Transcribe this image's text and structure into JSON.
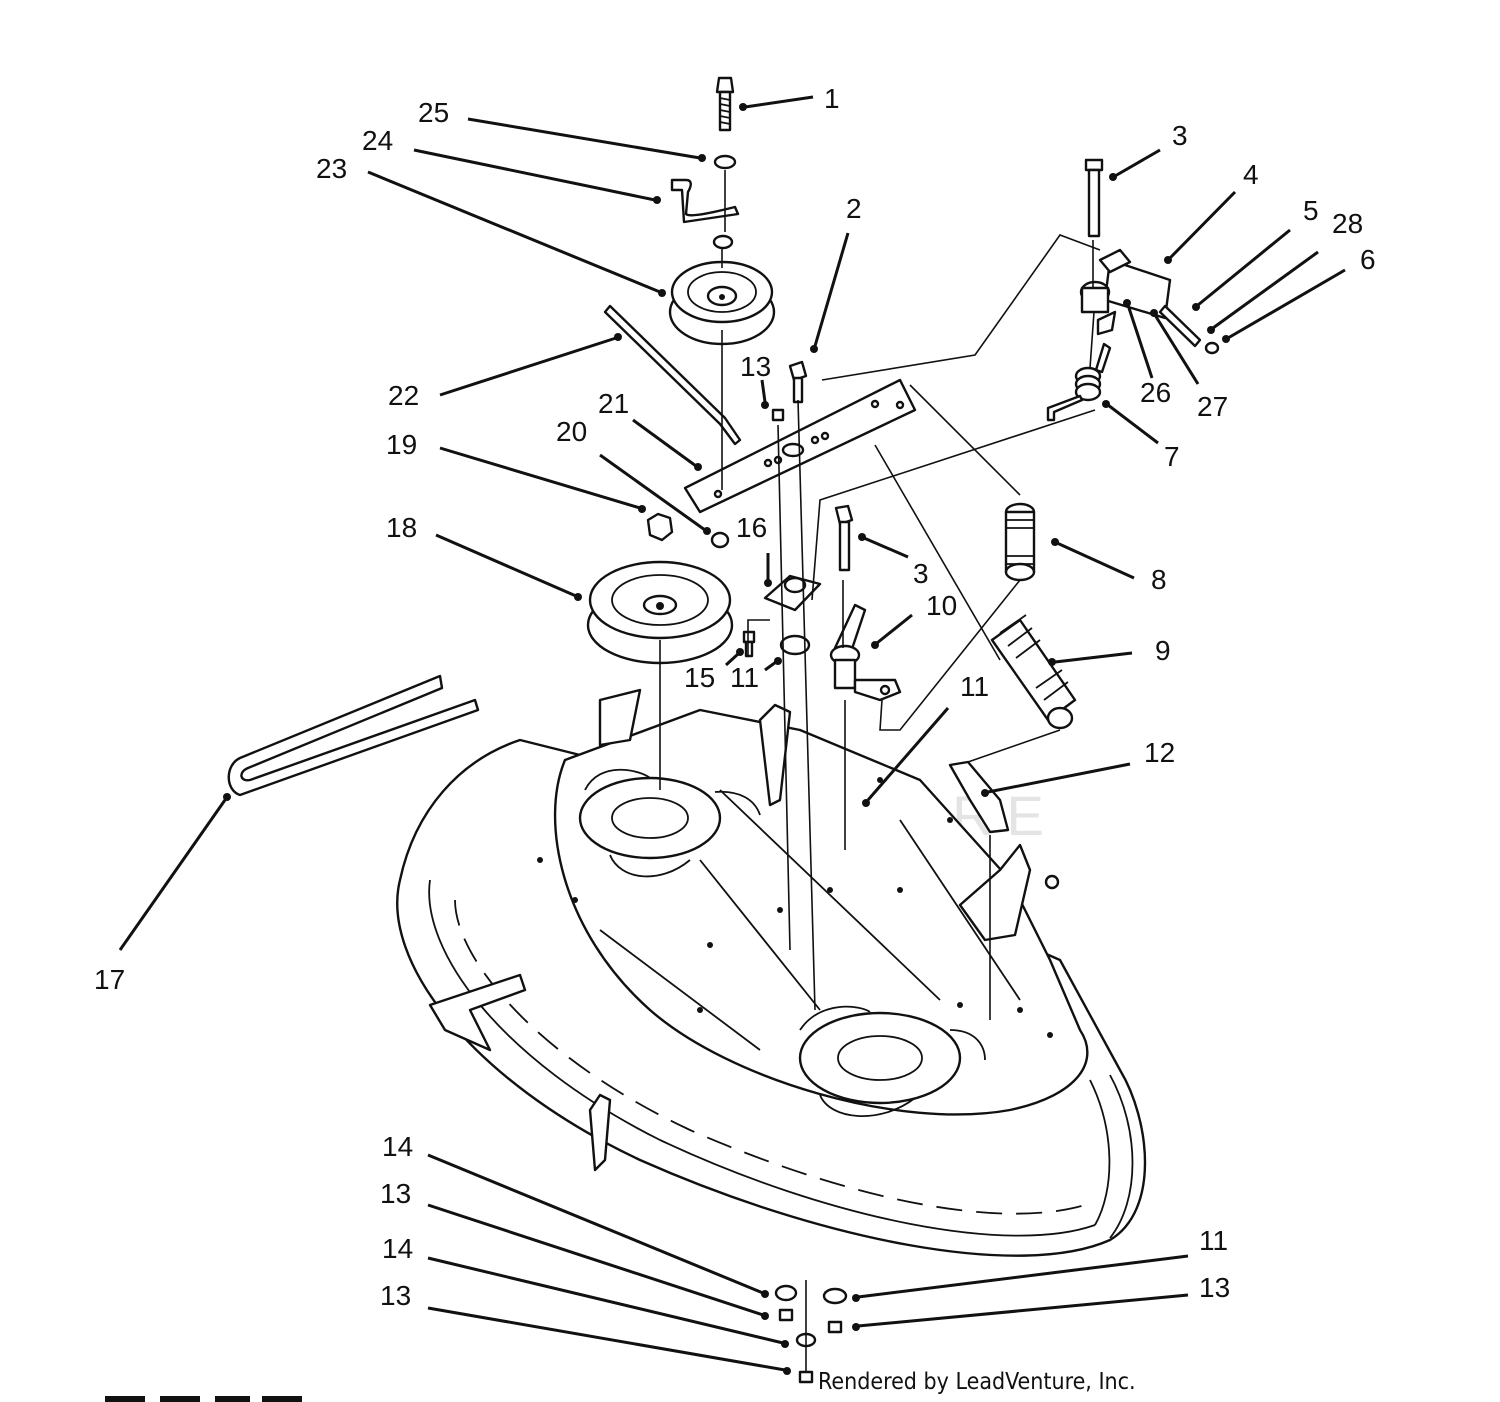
{
  "diagram": {
    "credit": "Rendered by LeadVenture, Inc.",
    "watermark": "LEADVENTURE",
    "callouts": [
      {
        "id": "c1",
        "label": "1"
      },
      {
        "id": "c2",
        "label": "2"
      },
      {
        "id": "c3a",
        "label": "3"
      },
      {
        "id": "c3b",
        "label": "3"
      },
      {
        "id": "c4",
        "label": "4"
      },
      {
        "id": "c5",
        "label": "5"
      },
      {
        "id": "c6",
        "label": "6"
      },
      {
        "id": "c7",
        "label": "7"
      },
      {
        "id": "c8",
        "label": "8"
      },
      {
        "id": "c9",
        "label": "9"
      },
      {
        "id": "c10",
        "label": "10"
      },
      {
        "id": "c11a",
        "label": "11"
      },
      {
        "id": "c11b",
        "label": "11"
      },
      {
        "id": "c11c",
        "label": "11"
      },
      {
        "id": "c12",
        "label": "12"
      },
      {
        "id": "c13a",
        "label": "13"
      },
      {
        "id": "c13b",
        "label": "13"
      },
      {
        "id": "c13c",
        "label": "13"
      },
      {
        "id": "c13d",
        "label": "13"
      },
      {
        "id": "c14a",
        "label": "14"
      },
      {
        "id": "c14b",
        "label": "14"
      },
      {
        "id": "c15",
        "label": "15"
      },
      {
        "id": "c16",
        "label": "16"
      },
      {
        "id": "c17",
        "label": "17"
      },
      {
        "id": "c18",
        "label": "18"
      },
      {
        "id": "c19",
        "label": "19"
      },
      {
        "id": "c20",
        "label": "20"
      },
      {
        "id": "c21",
        "label": "21"
      },
      {
        "id": "c22",
        "label": "22"
      },
      {
        "id": "c23",
        "label": "23"
      },
      {
        "id": "c24",
        "label": "24"
      },
      {
        "id": "c25",
        "label": "25"
      },
      {
        "id": "c26",
        "label": "26"
      },
      {
        "id": "c27",
        "label": "27"
      },
      {
        "id": "c28",
        "label": "28"
      }
    ]
  }
}
